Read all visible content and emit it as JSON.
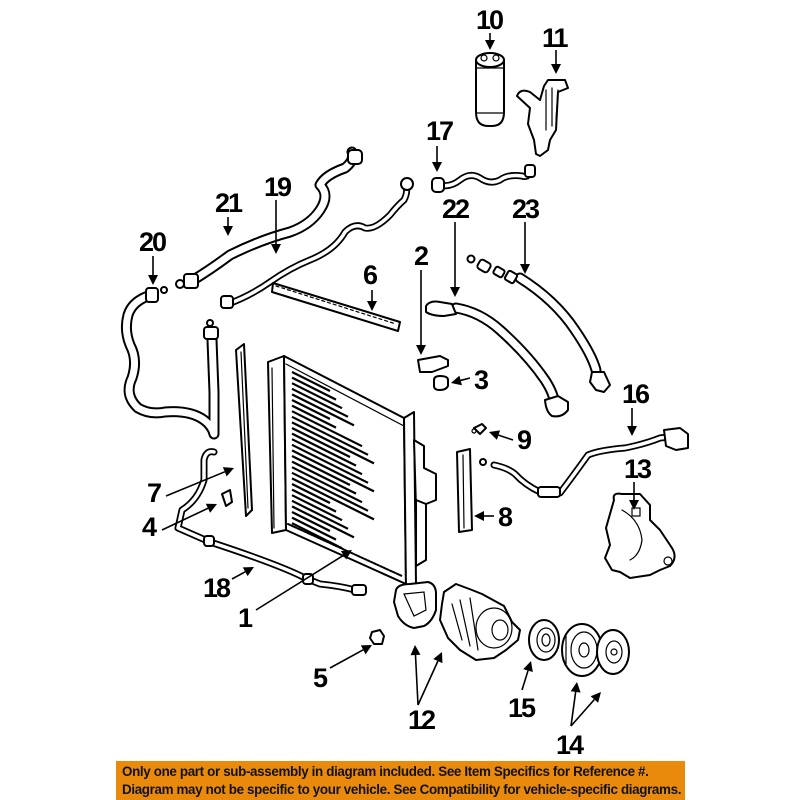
{
  "diagram": {
    "title": "A/C Condenser & Compressor Parts Diagram",
    "callouts": [
      {
        "id": "1",
        "label": "1"
      },
      {
        "id": "2",
        "label": "2"
      },
      {
        "id": "3",
        "label": "3"
      },
      {
        "id": "4",
        "label": "4"
      },
      {
        "id": "5",
        "label": "5"
      },
      {
        "id": "6",
        "label": "6"
      },
      {
        "id": "7",
        "label": "7"
      },
      {
        "id": "8",
        "label": "8"
      },
      {
        "id": "9",
        "label": "9"
      },
      {
        "id": "10",
        "label": "10"
      },
      {
        "id": "11",
        "label": "11"
      },
      {
        "id": "12",
        "label": "12"
      },
      {
        "id": "13",
        "label": "13"
      },
      {
        "id": "14",
        "label": "14"
      },
      {
        "id": "15",
        "label": "15"
      },
      {
        "id": "16",
        "label": "16"
      },
      {
        "id": "17",
        "label": "17"
      },
      {
        "id": "18",
        "label": "18"
      },
      {
        "id": "19",
        "label": "19"
      },
      {
        "id": "20",
        "label": "20"
      },
      {
        "id": "21",
        "label": "21"
      },
      {
        "id": "22",
        "label": "22"
      },
      {
        "id": "23",
        "label": "23"
      }
    ]
  },
  "banner": {
    "line1": "Only one part or sub-assembly in diagram included. See Item Specifics for Reference #.",
    "line2": "Diagram may not be specific to your vehicle. See Compatibility for vehicle-specific diagrams.",
    "color": "#e98a0c"
  }
}
